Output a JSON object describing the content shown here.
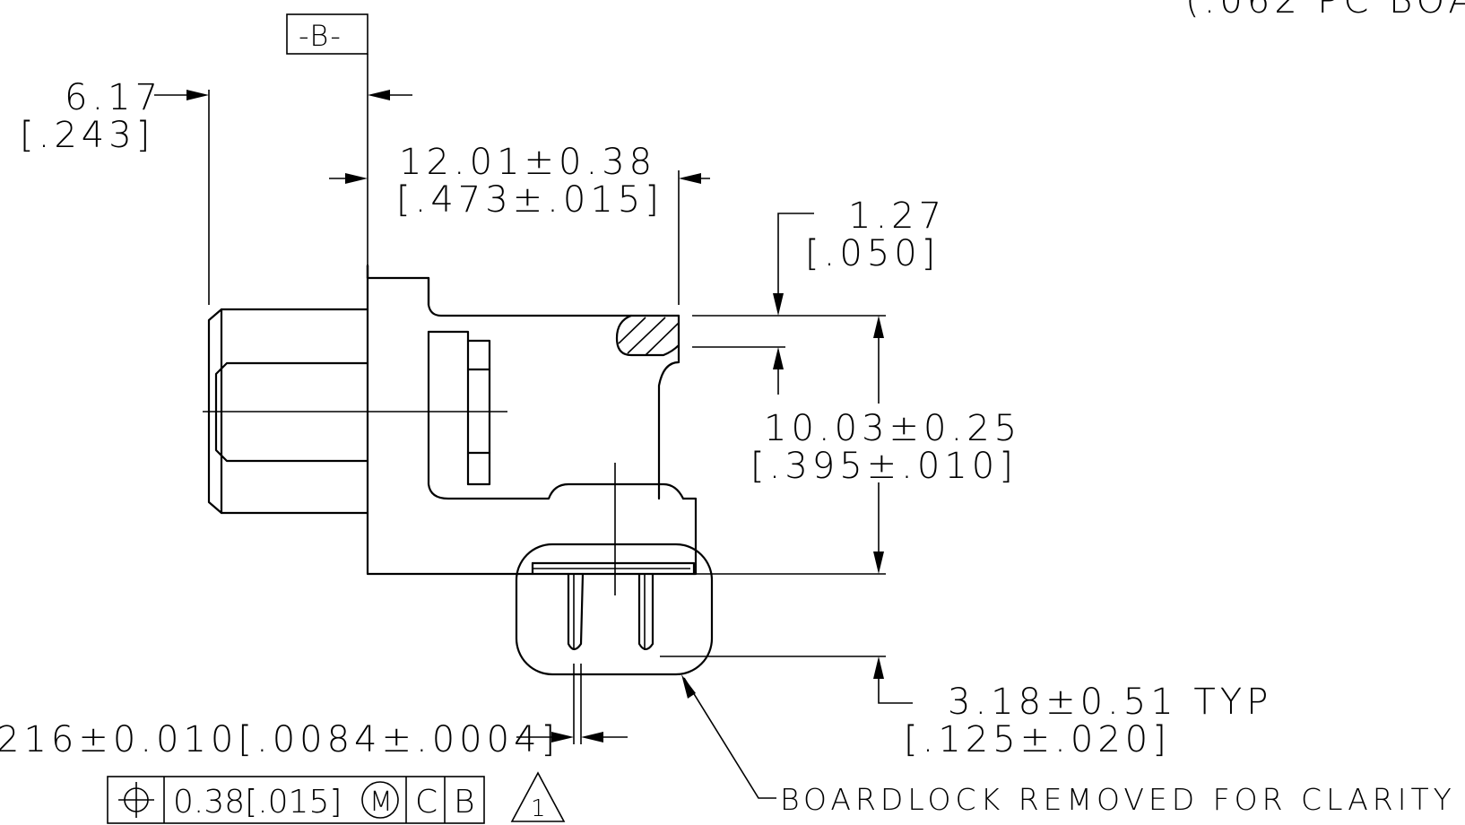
{
  "datum_label": "-B-",
  "top_right_note": "(.062 PC BOA",
  "dims": {
    "d617_mm": "6.17",
    "d617_in": "[.243]",
    "d1201_mm": "12.01±0.38",
    "d1201_in": "[.473±.015]",
    "d127_mm": "1.27",
    "d127_in": "[.050]",
    "d1003_mm": "10.03±0.25",
    "d1003_in": "[.395±.010]",
    "d318_mm": "3.18±0.51 TYP",
    "d318_in": "[.125±.020]",
    "pin_width": "216±0.010[.0084±.0004]"
  },
  "notes": {
    "boardlock": "BOARDLOCK REMOVED FOR CLARITY"
  },
  "feature_control_frame": {
    "symbol": "⌖",
    "tolerance": "0.38[.015]",
    "modifier": "M",
    "datum_1": "C",
    "datum_2": "B"
  },
  "revision_flag": "1"
}
